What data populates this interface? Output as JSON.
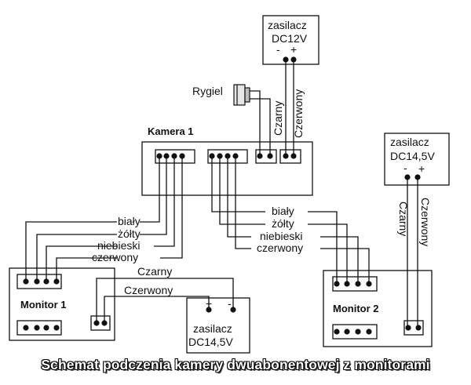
{
  "diagram": {
    "title": "Schemat podczenia kamery dwuabonentowej z monitorami",
    "nodes": {
      "camera": "Kamera 1",
      "monitor1": "Monitor 1",
      "monitor2": "Monitor 2",
      "rygiel": "Rygiel",
      "psu_top": {
        "name": "zasilacz",
        "rating": "DC12V",
        "minus": "-",
        "plus": "+"
      },
      "psu_right": {
        "name": "zasilacz",
        "rating": "DC14,5V",
        "minus": "-",
        "plus": "+"
      },
      "psu_bottom": {
        "name": "zasilacz",
        "rating": "DC14,5V",
        "plus": "+",
        "minus": "-"
      }
    },
    "wires": {
      "left": [
        "biały",
        "żółty",
        "niebieski",
        "czerwony"
      ],
      "right": [
        "biały",
        "żółty",
        "niebieski",
        "czerwony"
      ],
      "czarny": "Czarny",
      "czerwony": "Czerwony",
      "czarny_v": "Czarny",
      "czerwony_v": "Czerwony",
      "czarny_r": "Czarny",
      "czerwony_r": "Czerwony"
    }
  }
}
